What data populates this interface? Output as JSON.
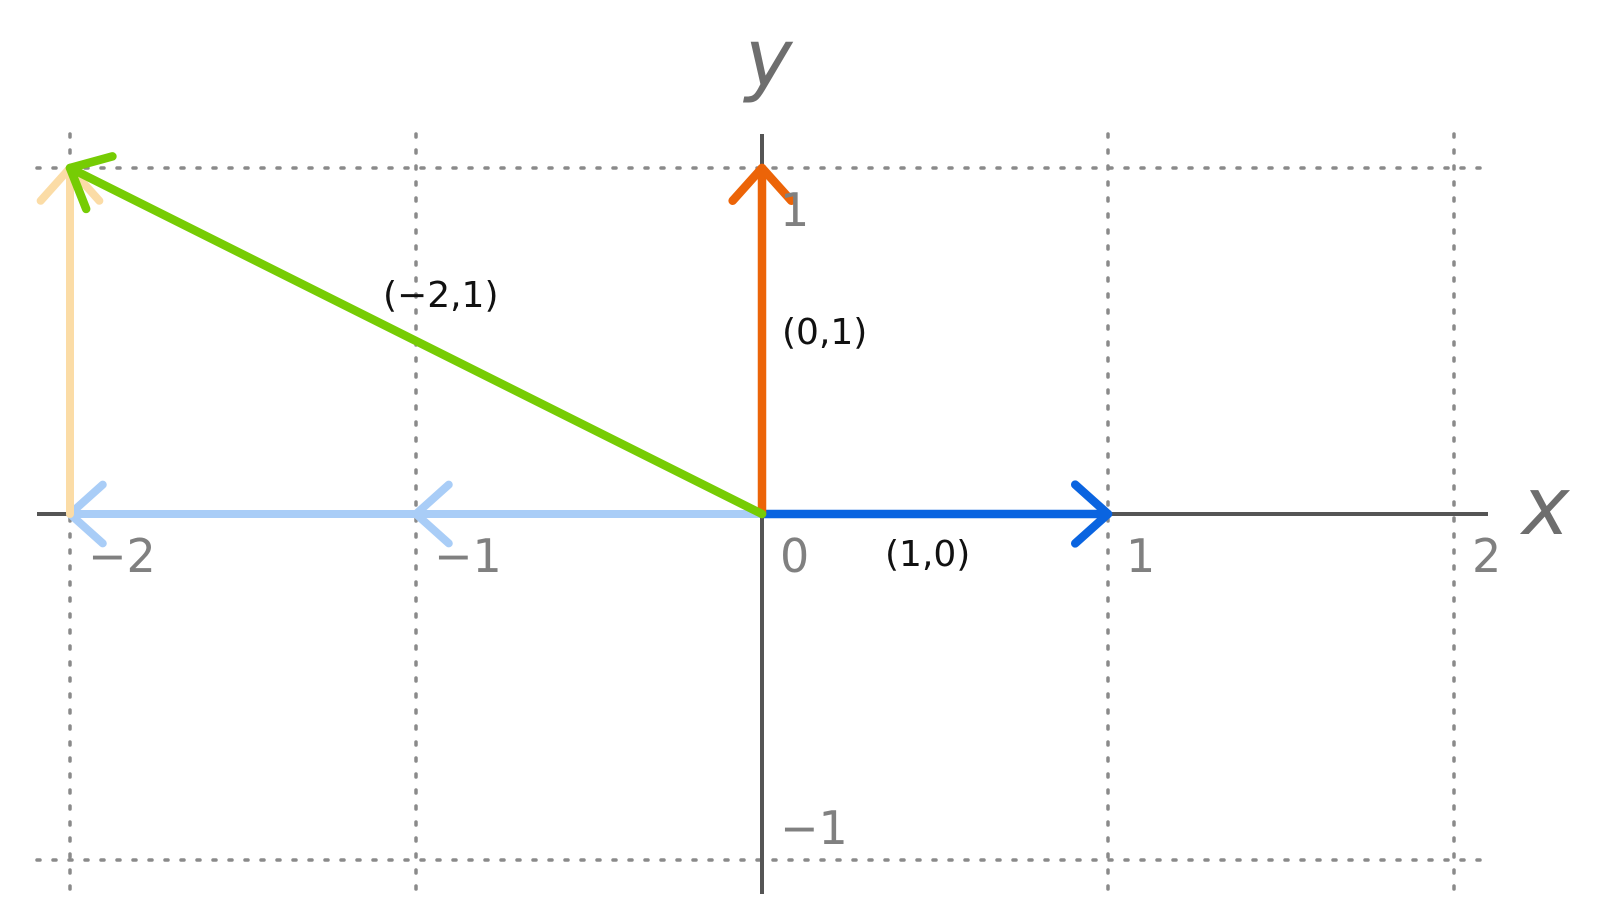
{
  "chart_data": {
    "type": "vector-plot",
    "xlim": [
      -2.1,
      2.1
    ],
    "ylim": [
      -1.1,
      1.1
    ],
    "grid": true,
    "axis_titles": {
      "x": "x",
      "y": "y"
    },
    "x_ticks": [
      {
        "value": -2,
        "label": "−2"
      },
      {
        "value": -1,
        "label": "−1"
      },
      {
        "value": 0,
        "label": "0"
      },
      {
        "value": 1,
        "label": "1"
      },
      {
        "value": 2,
        "label": "2"
      }
    ],
    "y_ticks": [
      {
        "value": 1,
        "label": "1"
      },
      {
        "value": -1,
        "label": "−1"
      }
    ],
    "vectors": [
      {
        "id": "faded-x",
        "from": [
          0,
          0
        ],
        "to": [
          -2,
          0
        ],
        "color": "#a9cdf7",
        "label": ""
      },
      {
        "id": "faded-x-mid",
        "from": [
          0,
          0
        ],
        "to": [
          -1,
          0
        ],
        "color": "#a9cdf7",
        "label": ""
      },
      {
        "id": "faded-y",
        "from": [
          -2,
          0
        ],
        "to": [
          -2,
          1
        ],
        "color": "#fbdca6",
        "label": ""
      },
      {
        "id": "e1",
        "from": [
          0,
          0
        ],
        "to": [
          1,
          0
        ],
        "color": "#0a64e0",
        "label": "(1,0)"
      },
      {
        "id": "e2",
        "from": [
          0,
          0
        ],
        "to": [
          0,
          1
        ],
        "color": "#ec6408",
        "label": "(0,1)"
      },
      {
        "id": "v",
        "from": [
          0,
          0
        ],
        "to": [
          -2,
          1
        ],
        "color": "#76cc04",
        "label": "(−2,1)"
      }
    ]
  }
}
